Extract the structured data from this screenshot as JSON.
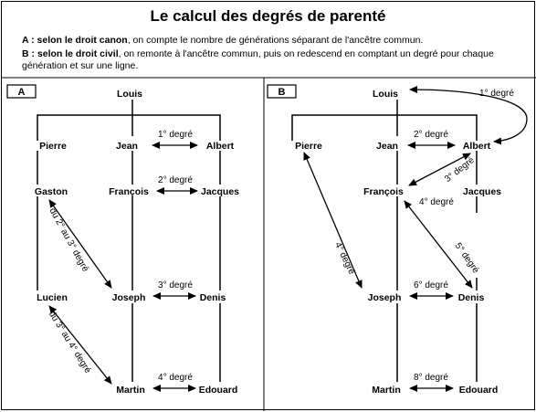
{
  "title": "Le calcul des degrés de parenté",
  "intro": {
    "a_prefix": "A : selon le droit canon",
    "a_text": ", on compte le nombre de générations séparant de l'ancêtre commun.",
    "b_prefix": "B : selon le droit civil",
    "b_text": ", on remonte à l'ancêtre commun, puis on redescend en comptant un degré pour chaque génération et sur une ligne."
  },
  "panel_a": {
    "tag": "A",
    "names": {
      "louis": "Louis",
      "pierre": "Pierre",
      "jean": "Jean",
      "albert": "Albert",
      "gaston": "Gaston",
      "francois": "François",
      "jacques": "Jacques",
      "lucien": "Lucien",
      "joseph": "Joseph",
      "denis": "Denis",
      "martin": "Martin",
      "edouard": "Edouard"
    },
    "degrees": {
      "d1": "1° degré",
      "d2": "2° degré",
      "d3": "3° degré",
      "d4": "4° degré",
      "diag1": "du 2° au 3° degré",
      "diag2": "du 3° au 4° degré"
    }
  },
  "panel_b": {
    "tag": "B",
    "names": {
      "louis": "Louis",
      "pierre": "Pierre",
      "jean": "Jean",
      "albert": "Albert",
      "francois": "François",
      "jacques": "Jacques",
      "joseph": "Joseph",
      "denis": "Denis",
      "martin": "Martin",
      "edouard": "Edouard"
    },
    "degrees": {
      "d1": "1° degré",
      "d2": "2° degré",
      "d3": "3° degré",
      "d4": "4° degré",
      "d4b": "4° degré",
      "d5": "5° degré",
      "d6": "6° degré",
      "d8": "8° degré"
    }
  }
}
